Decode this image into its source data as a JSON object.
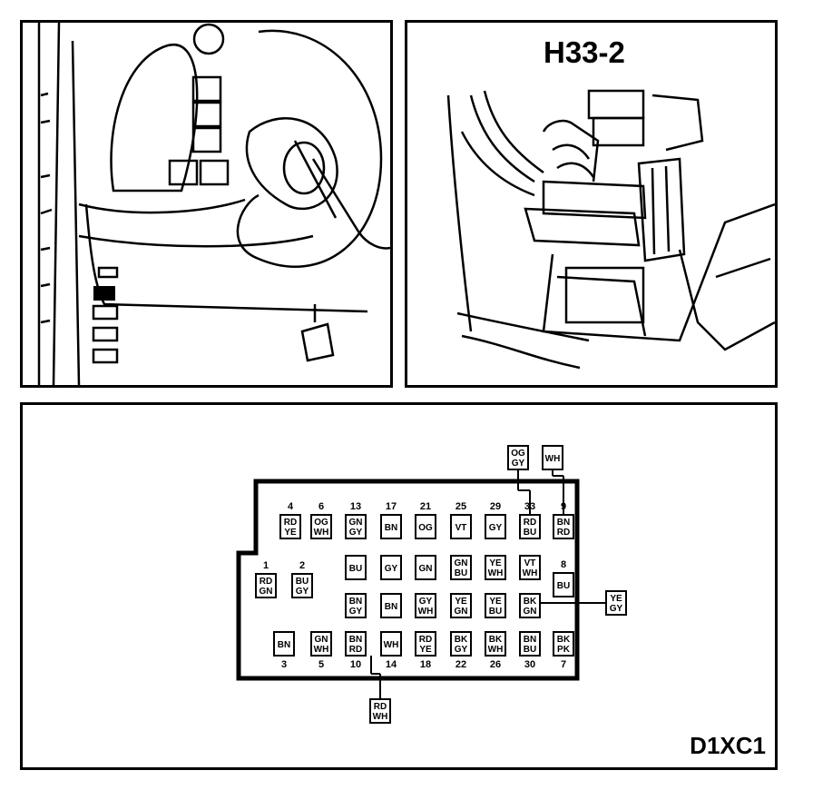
{
  "connector": {
    "title": "H33-2"
  },
  "diagram": {
    "code": "D1XC1"
  },
  "pins": [
    {
      "num": "4",
      "w1": "RD",
      "w2": "YE"
    },
    {
      "num": "6",
      "w1": "OG",
      "w2": "WH"
    },
    {
      "num": "13",
      "w1": "GN",
      "w2": "GY"
    },
    {
      "num": "17",
      "w1": "BN",
      "w2": ""
    },
    {
      "num": "21",
      "w1": "OG",
      "w2": ""
    },
    {
      "num": "25",
      "w1": "VT",
      "w2": ""
    },
    {
      "num": "29",
      "w1": "GY",
      "w2": ""
    },
    {
      "num": "33",
      "w1": "RD",
      "w2": "BU"
    },
    {
      "num": "9",
      "w1": "BN",
      "w2": "RD"
    },
    {
      "num": "1",
      "w1": "RD",
      "w2": "GN"
    },
    {
      "num": "2",
      "w1": "BU",
      "w2": "GY"
    },
    {
      "num": "",
      "w1": "BU",
      "w2": ""
    },
    {
      "num": "",
      "w1": "GY",
      "w2": ""
    },
    {
      "num": "",
      "w1": "GN",
      "w2": ""
    },
    {
      "num": "",
      "w1": "GN",
      "w2": "BU"
    },
    {
      "num": "",
      "w1": "YE",
      "w2": "WH"
    },
    {
      "num": "",
      "w1": "VT",
      "w2": "WH"
    },
    {
      "num": "8",
      "w1": "BU",
      "w2": ""
    },
    {
      "num": "",
      "w1": "BN",
      "w2": "GY"
    },
    {
      "num": "",
      "w1": "BN",
      "w2": ""
    },
    {
      "num": "",
      "w1": "GY",
      "w2": "WH"
    },
    {
      "num": "",
      "w1": "YE",
      "w2": "GN"
    },
    {
      "num": "",
      "w1": "YE",
      "w2": "BU"
    },
    {
      "num": "",
      "w1": "BK",
      "w2": "GN"
    },
    {
      "num": "3",
      "w1": "BN",
      "w2": ""
    },
    {
      "num": "5",
      "w1": "GN",
      "w2": "WH"
    },
    {
      "num": "10",
      "w1": "BN",
      "w2": "RD"
    },
    {
      "num": "14",
      "w1": "WH",
      "w2": ""
    },
    {
      "num": "18",
      "w1": "RD",
      "w2": "YE"
    },
    {
      "num": "22",
      "w1": "BK",
      "w2": "GY"
    },
    {
      "num": "26",
      "w1": "BK",
      "w2": "WH"
    },
    {
      "num": "30",
      "w1": "BN",
      "w2": "BU"
    },
    {
      "num": "7",
      "w1": "BK",
      "w2": "PK"
    }
  ],
  "external_wires": [
    {
      "w1": "OG",
      "w2": "GY"
    },
    {
      "w1": "WH",
      "w2": ""
    },
    {
      "w1": "YE",
      "w2": "GY"
    },
    {
      "w1": "RD",
      "w2": "WH"
    }
  ]
}
